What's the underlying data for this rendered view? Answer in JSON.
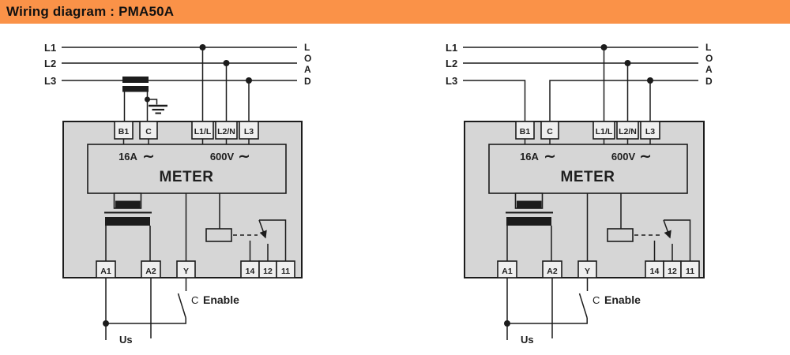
{
  "header": {
    "title": "Wiring diagram : PMA50A"
  },
  "colors": {
    "header_bg": "#FA9248",
    "line": "#1C1C1C",
    "device_fill": "#D6D6D6",
    "terminal_fill": "#EFEFEF",
    "background": "#FFFFFF"
  },
  "symbols": {
    "ac": "∼"
  },
  "diagrams": [
    {
      "name": "left-wiring-external-ct",
      "phases": [
        "L1",
        "L2",
        "L3"
      ],
      "load": [
        "L",
        "O",
        "A",
        "D"
      ],
      "top_terminals": [
        "B1",
        "C",
        "L1/L",
        "L2/N",
        "L3"
      ],
      "ratings": {
        "current": "16A",
        "voltage": "600V"
      },
      "device_label": "METER",
      "bottom_terminals": [
        "A1",
        "A2",
        "Y",
        "14",
        "12",
        "11"
      ],
      "enable_prefix": "C",
      "enable_label": "Enable",
      "supply_label": "Us"
    },
    {
      "name": "right-wiring-internal-ct",
      "phases": [
        "L1",
        "L2",
        "L3"
      ],
      "load": [
        "L",
        "O",
        "A",
        "D"
      ],
      "top_terminals": [
        "B1",
        "C",
        "L1/L",
        "L2/N",
        "L3"
      ],
      "ratings": {
        "current": "16A",
        "voltage": "600V"
      },
      "device_label": "METER",
      "bottom_terminals": [
        "A1",
        "A2",
        "Y",
        "14",
        "12",
        "11"
      ],
      "enable_prefix": "C",
      "enable_label": "Enable",
      "supply_label": "Us"
    }
  ]
}
